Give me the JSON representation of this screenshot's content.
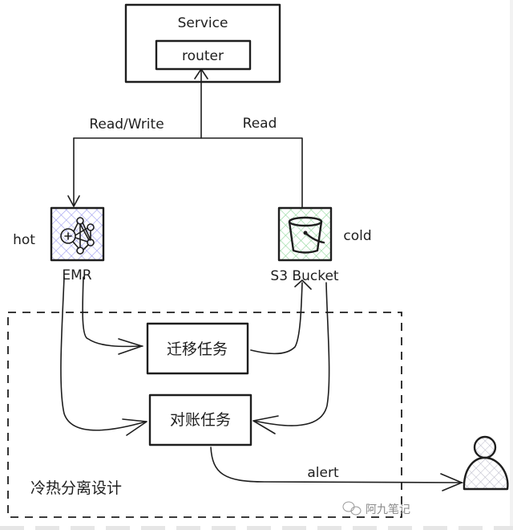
{
  "diagram": {
    "service": {
      "title": "Service",
      "router": "router"
    },
    "edges": {
      "read_write": "Read/Write",
      "read": "Read",
      "alert": "alert"
    },
    "emr": {
      "label": "EMR",
      "tag": "hot",
      "icon": "emr-cluster-icon",
      "hatch_color": "#9c9cf0"
    },
    "s3": {
      "label": "S3 Bucket",
      "tag": "cold",
      "icon": "bucket-icon",
      "hatch_color": "#8fd69a"
    },
    "tasks": {
      "migrate": "迁移任务",
      "reconcile": "对账任务"
    },
    "group": {
      "label": "冷热分离设计"
    },
    "user": {
      "icon": "user-icon",
      "hatch_color": "#b8b8c8"
    },
    "watermark": {
      "text": "阿九笔记",
      "icon": "wechat-icon"
    }
  }
}
